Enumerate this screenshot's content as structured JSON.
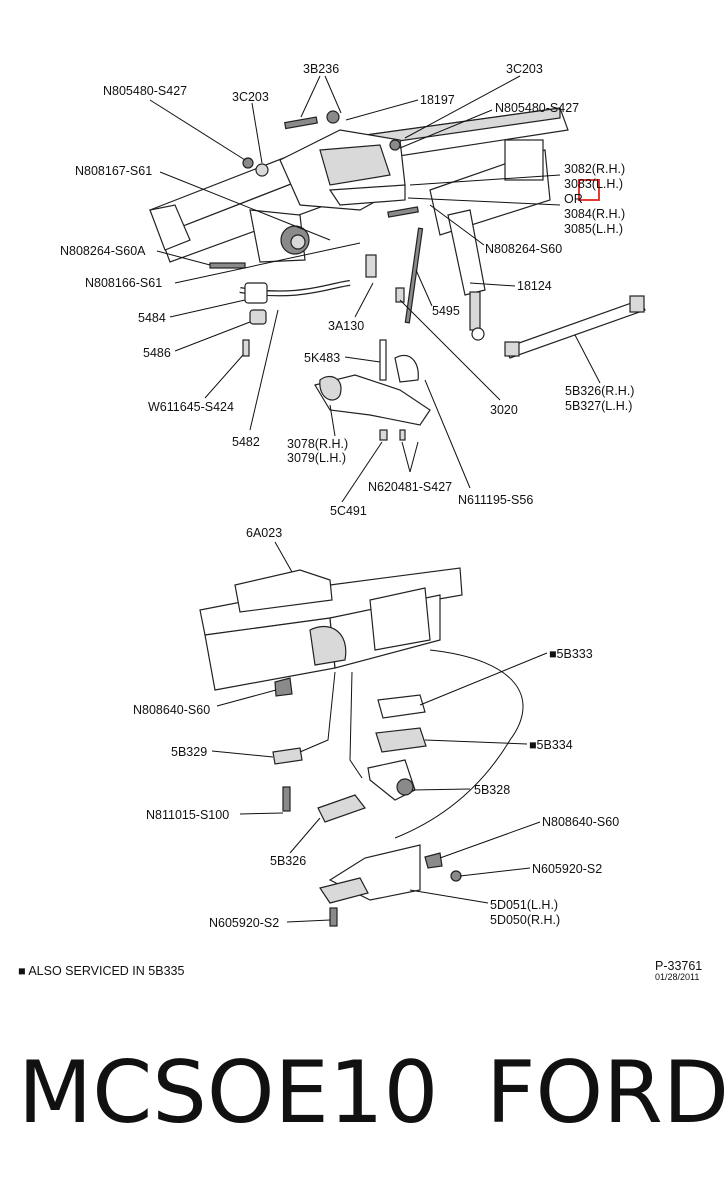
{
  "diagram": {
    "labels": {
      "l3B236": "3B236",
      "l3C203a": "3C203",
      "l3C203b": "3C203",
      "lN805480a": "N805480-S427",
      "lN805480b": "N805480-S427",
      "l18197": "18197",
      "lN808167": "N808167-S61",
      "l3082": "3082(R.H.)",
      "l3083": "3083(L.H.)",
      "lOR": "OR",
      "l3084": "3084(R.H.)",
      "l3085": "3085(L.H.)",
      "lN808264A": "N808264-S60A",
      "lN808264": "N808264-S60",
      "lN808166": "N808166-S61",
      "l18124": "18124",
      "l5484": "5484",
      "l5495": "5495",
      "l3A130": "3A130",
      "l5486": "5486",
      "l5K483": "5K483",
      "l5B326rh": "5B326(R.H.)",
      "l5B327lh": "5B327(L.H.)",
      "lW611645": "W611645-S424",
      "l3020": "3020",
      "l5482": "5482",
      "l3078": "3078(R.H.)",
      "l3079": "3079(L.H.)",
      "lN620481": "N620481-S427",
      "lN611195": "N611195-S56",
      "l5C491": "5C491",
      "l6A023": "6A023",
      "l5B333": "■5B333",
      "lN808640a": "N808640-S60",
      "l5B334": "■5B334",
      "l5B329": "5B329",
      "l5B328": "5B328",
      "lN811015": "N811015-S100",
      "lN808640b": "N808640-S60",
      "l5B326": "5B326",
      "lN605920a": "N605920-S2",
      "l5D051": "5D051(L.H.)",
      "l5D050": "5D050(R.H.)",
      "lN605920b": "N605920-S2"
    },
    "note": "■ ALSO SERVICED IN 5B335",
    "ref_number": "P-33761",
    "ref_date": "01/28/2011"
  },
  "footer": {
    "code": "MCSOE10",
    "brand": "FORD"
  },
  "colors": {
    "ink": "#111111",
    "highlight": "#e53935"
  }
}
